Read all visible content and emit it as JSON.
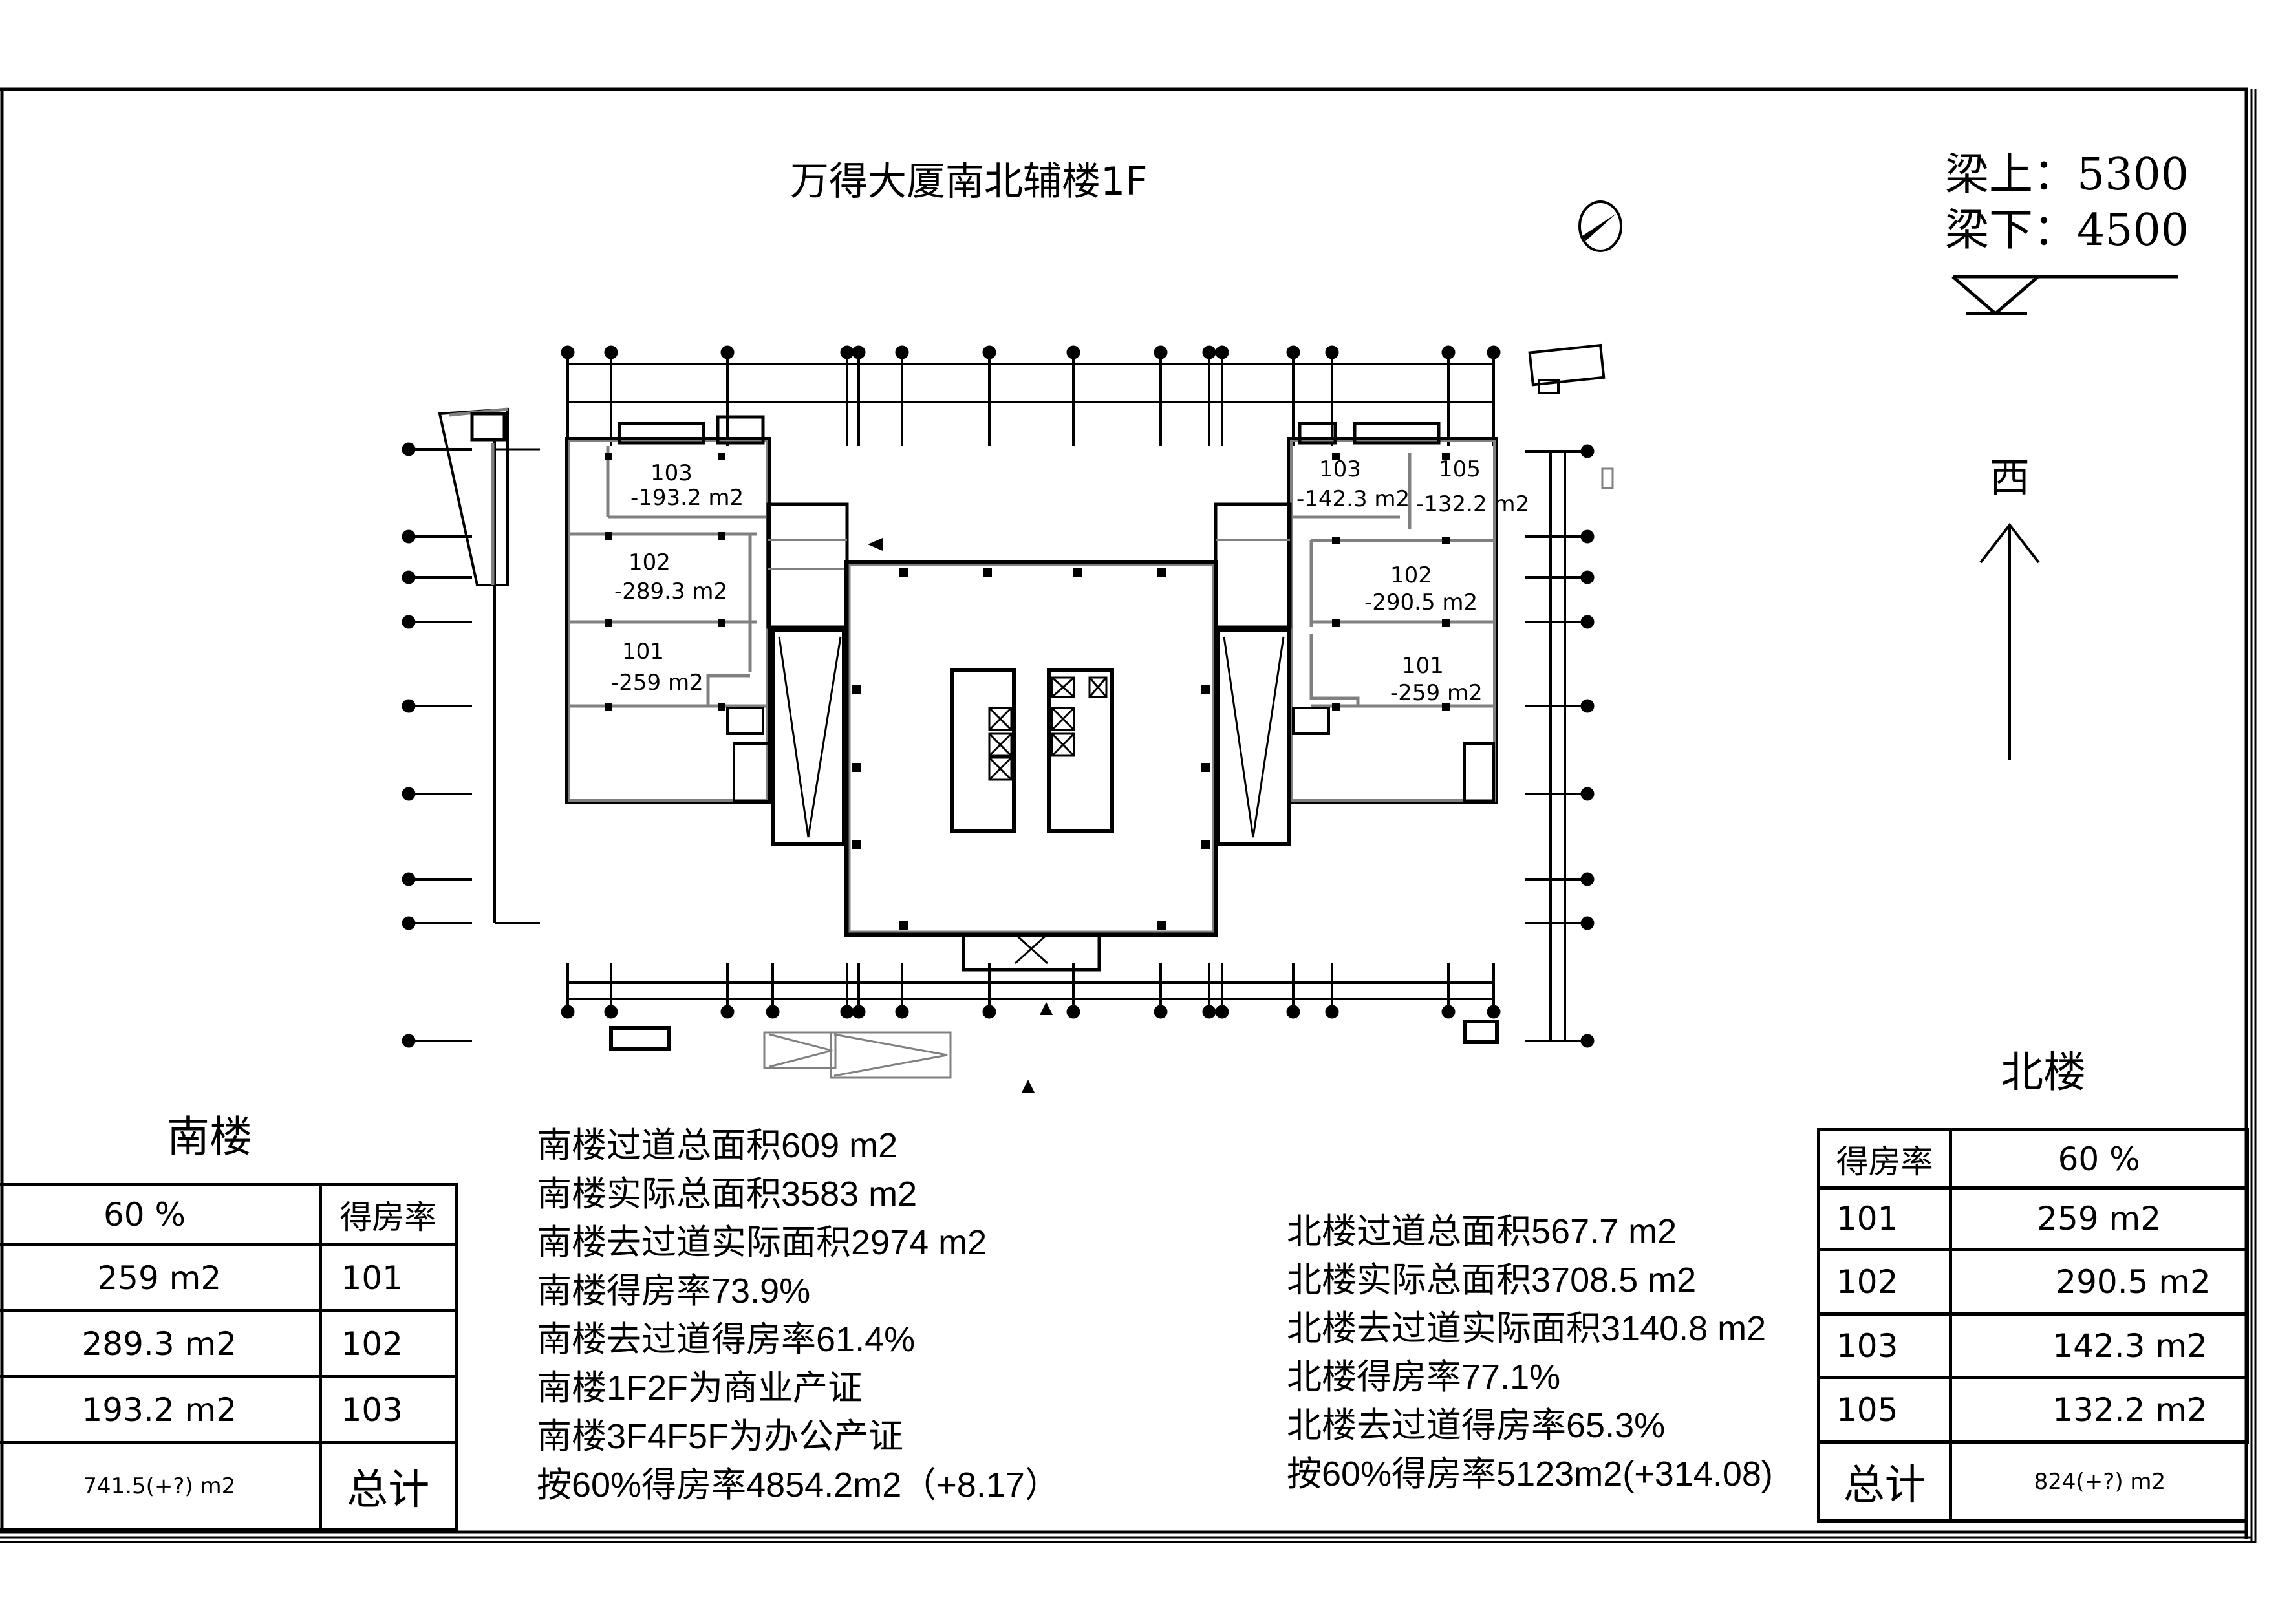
{
  "drawing": {
    "title": "万得大厦南北辅楼1F",
    "beam_top_label": "梁上：5300",
    "beam_bottom_label": "梁下：4500",
    "direction_label": "西",
    "north_symbol": "north-arrow-circle-icon",
    "colors": {
      "line": "#000000",
      "wall_grey": "#808080",
      "background": "#ffffff"
    }
  },
  "floor_plan": {
    "south_wing_rooms": [
      {
        "id": "103",
        "area": "-193.2 m2"
      },
      {
        "id": "102",
        "area": "-289.3 m2"
      },
      {
        "id": "101",
        "area": "-259 m2"
      }
    ],
    "north_wing_rooms": [
      {
        "id": "103",
        "area": "-142.3 m2"
      },
      {
        "id": "105",
        "area": "-132.2 m2"
      },
      {
        "id": "102",
        "area": "-290.5 m2"
      },
      {
        "id": "101",
        "area": "-259 m2"
      }
    ]
  },
  "south_building": {
    "heading": "南楼",
    "table": {
      "header": {
        "value": "60 %",
        "label": "得房率"
      },
      "rows": [
        {
          "area": "259 m2",
          "room": "101"
        },
        {
          "area": "289.3 m2",
          "room": "102"
        },
        {
          "area": "193.2 m2",
          "room": "103"
        }
      ],
      "total": {
        "area": "741.5(+?) m2",
        "label": "总计"
      }
    },
    "notes": [
      "南楼过道总面积609 m2",
      "南楼实际总面积3583 m2",
      "南楼去过道实际面积2974 m2",
      "南楼得房率73.9%",
      "南楼去过道得房率61.4%",
      "南楼1F2F为商业产证",
      "南楼3F4F5F为办公产证",
      "按60%得房率4854.2m2（+8.17）"
    ]
  },
  "north_building": {
    "heading": "北楼",
    "table": {
      "header": {
        "label": "得房率",
        "value": "60 %"
      },
      "rows": [
        {
          "room": "101",
          "area": "259 m2"
        },
        {
          "room": "102",
          "area": "290.5 m2"
        },
        {
          "room": "103",
          "area": "142.3 m2"
        },
        {
          "room": "105",
          "area": "132.2 m2"
        }
      ],
      "total": {
        "label": "总计",
        "area": "824(+?) m2"
      }
    },
    "notes": [
      "北楼过道总面积567.7 m2",
      "北楼实际总面积3708.5 m2",
      "北楼去过道实际面积3140.8 m2",
      "北楼得房率77.1%",
      "北楼去过道得房率65.3%",
      "按60%得房率5123m2(+314.08)"
    ]
  }
}
